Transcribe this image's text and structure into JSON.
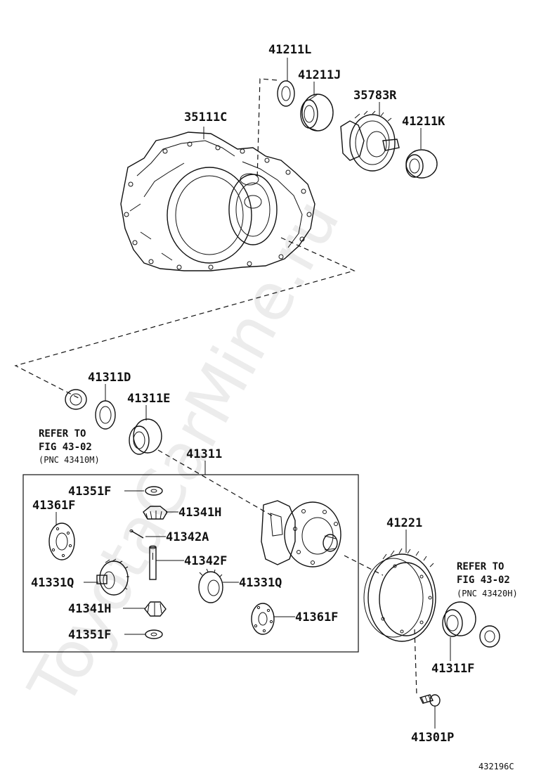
{
  "watermark": "ToyotaCarMine.ru",
  "figure_code": "432196C",
  "labels": {
    "p41211L": "41211L",
    "p41211J": "41211J",
    "p35783R": "35783R",
    "p41211K": "41211K",
    "p35111C": "35111C",
    "p41311D": "41311D",
    "p41311E": "41311E",
    "p41311": "41311",
    "p41351F_top": "41351F",
    "p41341H_top": "41341H",
    "p41361F_left": "41361F",
    "p41342A": "41342A",
    "p41342F": "41342F",
    "p41331Q_left": "41331Q",
    "p41331Q_right": "41331Q",
    "p41341H_bottom": "41341H",
    "p41361F_right": "41361F",
    "p41351F_bottom": "41351F",
    "p41221": "41221",
    "p41311F": "41311F",
    "p41301P": "41301P"
  },
  "notes": {
    "left": {
      "line1": "REFER TO",
      "line2": "FIG 43-02",
      "line3": "(PNC 43410M)"
    },
    "right": {
      "line1": "REFER TO",
      "line2": "FIG 43-02",
      "line3": "(PNC 43420H)"
    }
  }
}
